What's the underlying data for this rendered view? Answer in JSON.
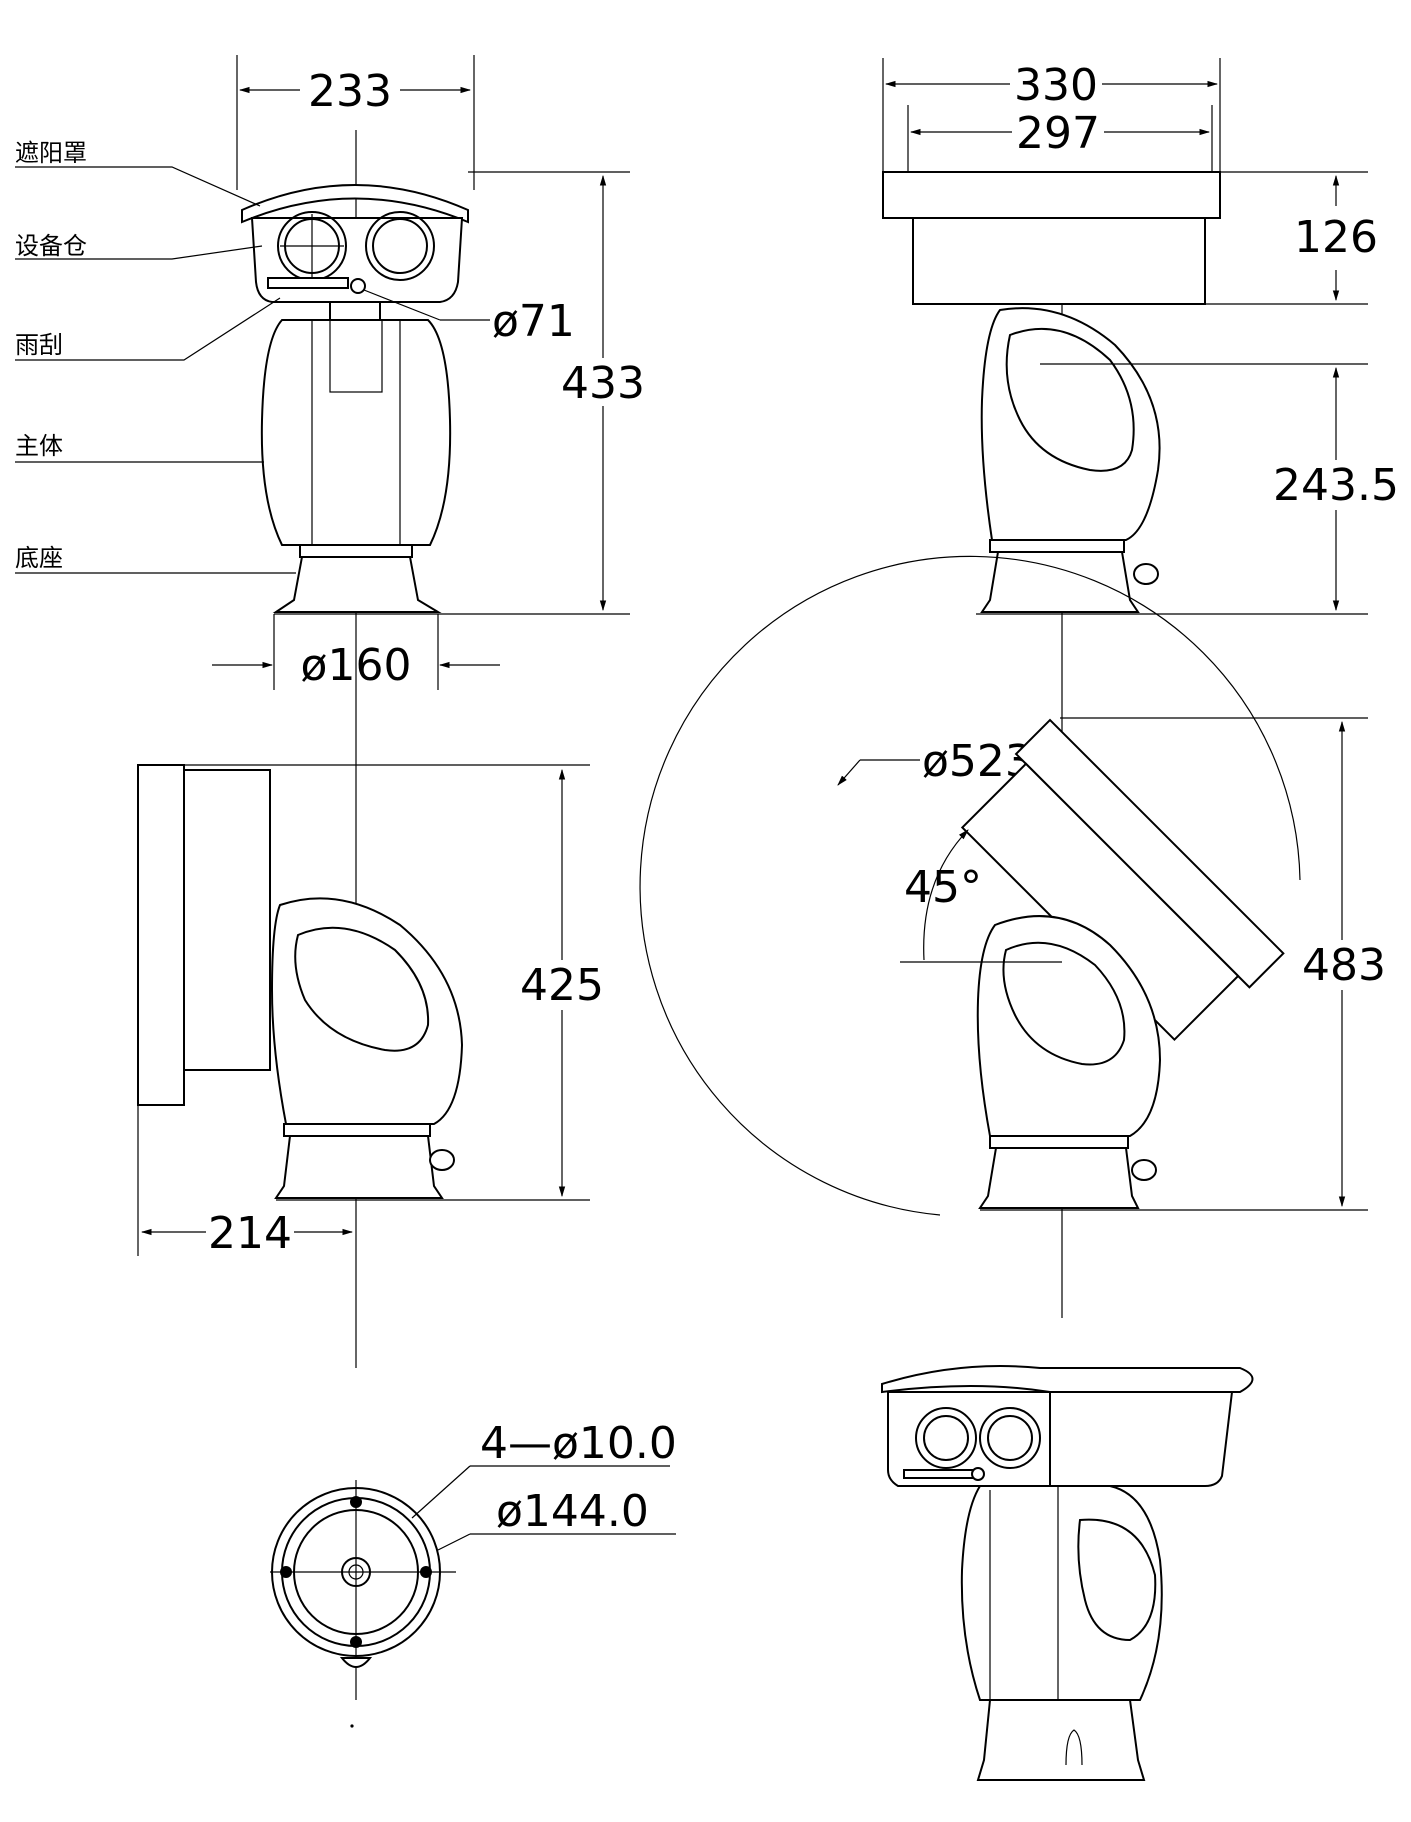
{
  "labels": {
    "sunshade": "遮阳罩",
    "equipment_bay": "设备仓",
    "wiper": "雨刮",
    "main_body": "主体",
    "base": "底座"
  },
  "dimensions": {
    "front_width": "233",
    "front_height": "433",
    "wiper_dia": "ø71",
    "base_dia": "ø160",
    "top_width_outer": "330",
    "top_width_inner": "297",
    "housing_height": "126",
    "body_height": "243.5",
    "side_height": "425",
    "side_depth": "214",
    "swing_dia": "ø523",
    "tilt_angle": "45°",
    "tilt_height": "483",
    "mount_holes": "4—ø10.0",
    "pcd_dia": "ø144.0"
  }
}
